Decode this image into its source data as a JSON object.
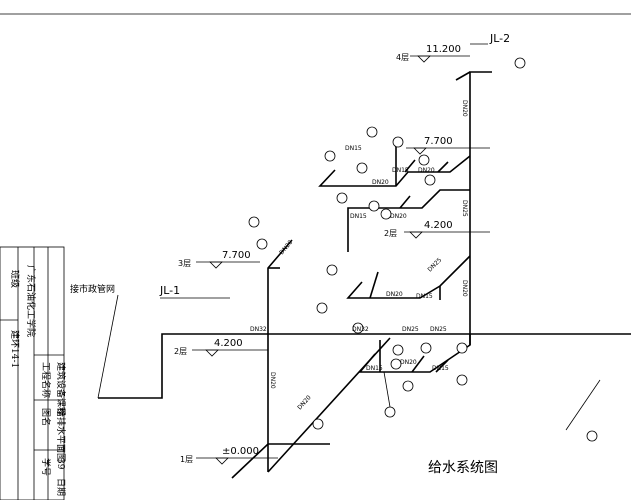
{
  "drawing": {
    "title": "给水系统图",
    "riser_left": "JL-1",
    "riser_right": "JL-2",
    "mains_label": "接市政管网",
    "floors": {
      "f1": "1层",
      "f2": "2层",
      "f2b": "2层",
      "f3": "3层",
      "f4": "4层"
    },
    "elevations": {
      "e0": "±0.000",
      "e4200_left": "4.200",
      "e4200_right": "4.200",
      "e7700_left": "7.700",
      "e7700_right": "7.700",
      "e11200": "11.200"
    },
    "pipe_sizes": {
      "dn15": "DN15",
      "dn20": "DN20",
      "dn25": "DN25",
      "dn32": "DN32"
    },
    "title_block": {
      "col1": [
        "班级",
        "建环14-1"
      ],
      "col2": [
        "广东石油化工学院"
      ],
      "col3": [
        "工程名称",
        "图名",
        "学号"
      ],
      "col4": [
        "建筑设备课程",
        "给排水平面图",
        "39",
        "日期"
      ]
    }
  }
}
